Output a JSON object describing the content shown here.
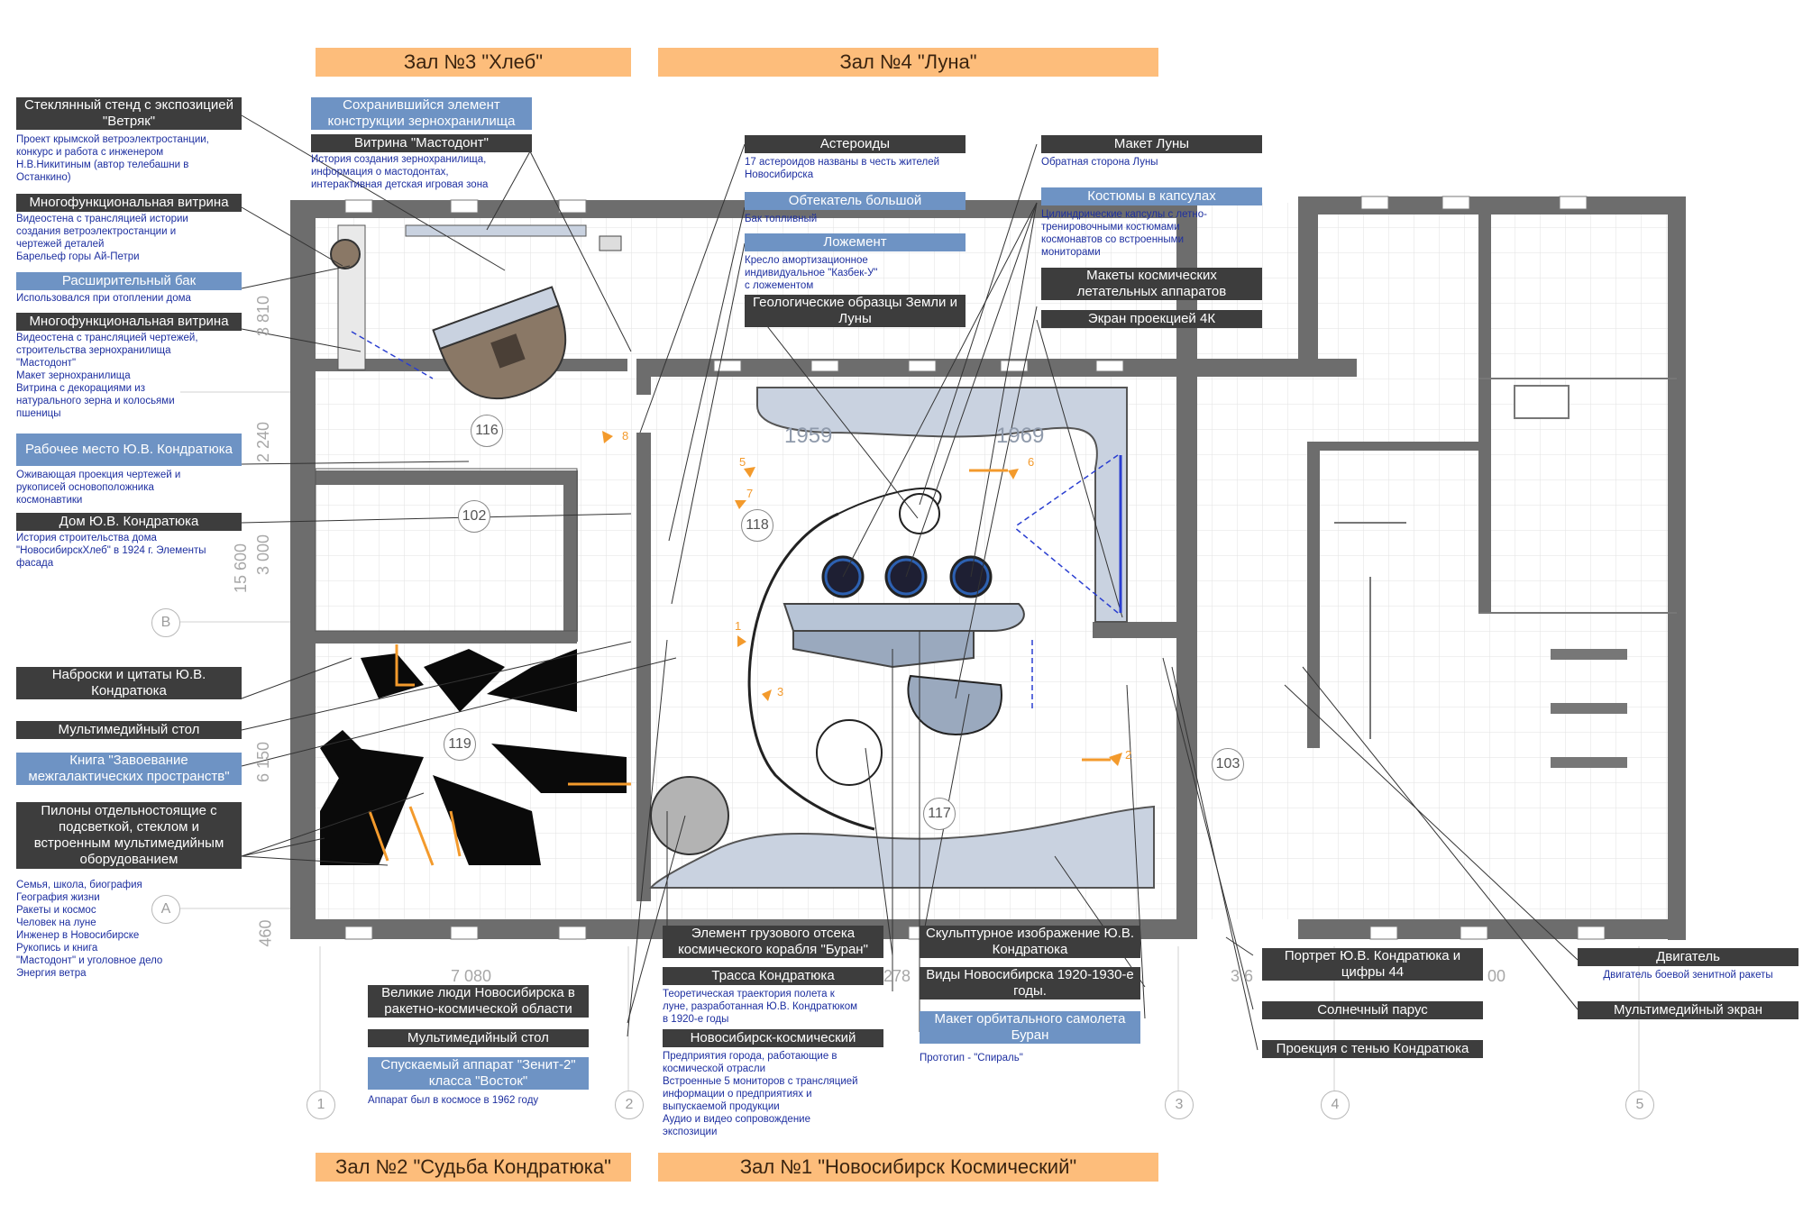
{
  "halls": {
    "hall3": "Зал №3 \"Хлеб\"",
    "hall4": "Зал №4 \"Луна\"",
    "hall2": "Зал №2 \"Судьба Кондратюка\"",
    "hall1": "Зал №1 \"Новосибирск Космический\""
  },
  "left_labels": {
    "stand_title": "Стеклянный стенд с экспозицией \"Ветряк\"",
    "stand_desc": "Проект крымской ветроэлектростанции,\nконкурс и работа с инженером\nН.В.Никитиным (автор телебашни в\nОстанкино)",
    "vitrina1_title": "Многофункциональная витрина",
    "vitrina1_desc": "Видеостена с трансляцией истории\nсоздания ветроэлектростанции и\nчертежей деталей\nБарельеф горы Ай-Петри",
    "tank_title": "Расширительный бак",
    "tank_desc": "Использовался при отоплении дома",
    "vitrina2_title": "Многофункциональная витрина",
    "vitrina2_desc": "Видеостена с трансляцией чертежей,\nстроительства зернохранилища\n\"Мастодонт\"\nМакет зернохранилища\nВитрина с декорациями из\nнатурального зерна и колосьями\nпшеницы",
    "workplace_title": "Рабочее место Ю.В. Кондратюка",
    "workplace_desc": "Оживающая проекция чертежей и\nрукописей основоположника\nкосмонавтики",
    "house_title": "Дом Ю.В. Кондратюка",
    "house_desc": "История строительства дома\n\"НовосибирскХлеб\" в 1924 г. Элементы\nфасада",
    "sketches": "Наброски и цитаты Ю.В. Кондратюка",
    "mm_table": "Мультимедийный стол",
    "book": "Книга \"Завоевание межгалактических пространств\"",
    "pylons_title": "Пилоны отдельностоящие с подсветкой, стеклом и встроенным мультимедийным оборудованием",
    "pylons_desc": "Семья, школа, биография\nГеография жизни\nРакеты и космос\nЧеловек на луне\nИнженер в Новосибирске\nРукопись и книга\n\"Мастодонт\" и уголовное дело\nЭнергия ветра"
  },
  "top_labels": {
    "element_title": "Сохранившийся элемент конструкции зернохранилища",
    "mastodon_title": "Витрина \"Мастодонт\"",
    "mastodon_desc": "История создания зернохранилища,\nинформация о мастодонтах,\nинтерактивная детская игровая зона",
    "asteroids_title": "Астероиды",
    "asteroids_desc": "17 астероидов названы в честь жителей\nНовосибирска",
    "fairing_title": "Обтекатель большой",
    "fairing_desc": "Бак топливный",
    "lodgement_title": "Ложемент",
    "lodgement_desc": "Кресло амортизационное\nиндивидуальное \"Казбек-У\"\nс ложементом",
    "geo_title": "Геологические образцы Земли и Луны",
    "moon_title": "Макет Луны",
    "moon_desc": "Обратная сторона Луны",
    "suits_title": "Костюмы в капсулах",
    "suits_desc": "Цилиндрические капсулы с летно-\nтренировочными костюмами\nкосмонавтов со встроенными\nмониторами",
    "models_title": "Макеты космических летательных аппаратов",
    "screen_title": "Экран  проекцией 4К"
  },
  "bottom_labels": {
    "great_people": "Великие люди Новосибирска в ракетно-космической области",
    "mm_table2": "Мультимедийный стол",
    "zenit_title": "Спускаемый аппарат \"Зенит-2\" класса \"Восток\"",
    "zenit_desc": "Аппарат был в космосе в 1962 году",
    "buran_element": "Элемент грузового отсека космического корабля \"Буран\"",
    "route_title": "Трасса Кондратюка",
    "route_desc": "Теоретическая траектория полета к\nлуне, разработанная Ю.В. Кондратюком\nв 1920-е годы",
    "novosib_title": "Новосибирск-космический",
    "novosib_desc": "Предприятия города, работающие в\nкосмической отрасли\nВстроенные 5 мониторов с трансляцией\nинформации о предприятиях и\nвыпускаемой продукции\nАудио и видео сопровождение\nэкспозиции",
    "sculpture": "Скульптурное изображение Ю.В. Кондратюка",
    "views": "Виды Новосибирска 1920-1930-е годы.",
    "orbital_title": "Макет орбитального самолета Буран",
    "orbital_desc": "Прототип - \"Спираль\"",
    "portrait": "Портрет Ю.В. Кондратюка и цифры 44",
    "sail": "Солнечный парус",
    "projection": "Проекция с тенью Кондратюка",
    "engine_title": "Двигатель",
    "engine_desc": "Двигатель боевой зенитной ракеты",
    "mm_screen": "Мультимедийный экран"
  },
  "rooms": [
    "116",
    "102",
    "118",
    "119",
    "117",
    "103"
  ],
  "axes": {
    "numbers": [
      "1",
      "2",
      "3",
      "4",
      "5"
    ],
    "letters": [
      "B",
      "A"
    ]
  },
  "dimensions": {
    "d3810": "3 810",
    "d2240": "2 240",
    "d3000": "3 000",
    "d15600": "15 600",
    "d6150": "6 150",
    "d460": "460",
    "d7080": "7 080",
    "d278": "278",
    "d36": "3 6",
    "d00": "00"
  },
  "arrows": [
    "8",
    "5",
    "7",
    "6",
    "1",
    "3",
    "2"
  ],
  "years": [
    "1959",
    "1969"
  ],
  "colors": {
    "hall_label": "#fdbd7b",
    "dark_label": "#3d3d3d",
    "blue_label": "#6e93c4",
    "desc_text": "#1d2fa0",
    "walls": "#6d6d6d",
    "orange_accent": "#f39a2c"
  }
}
